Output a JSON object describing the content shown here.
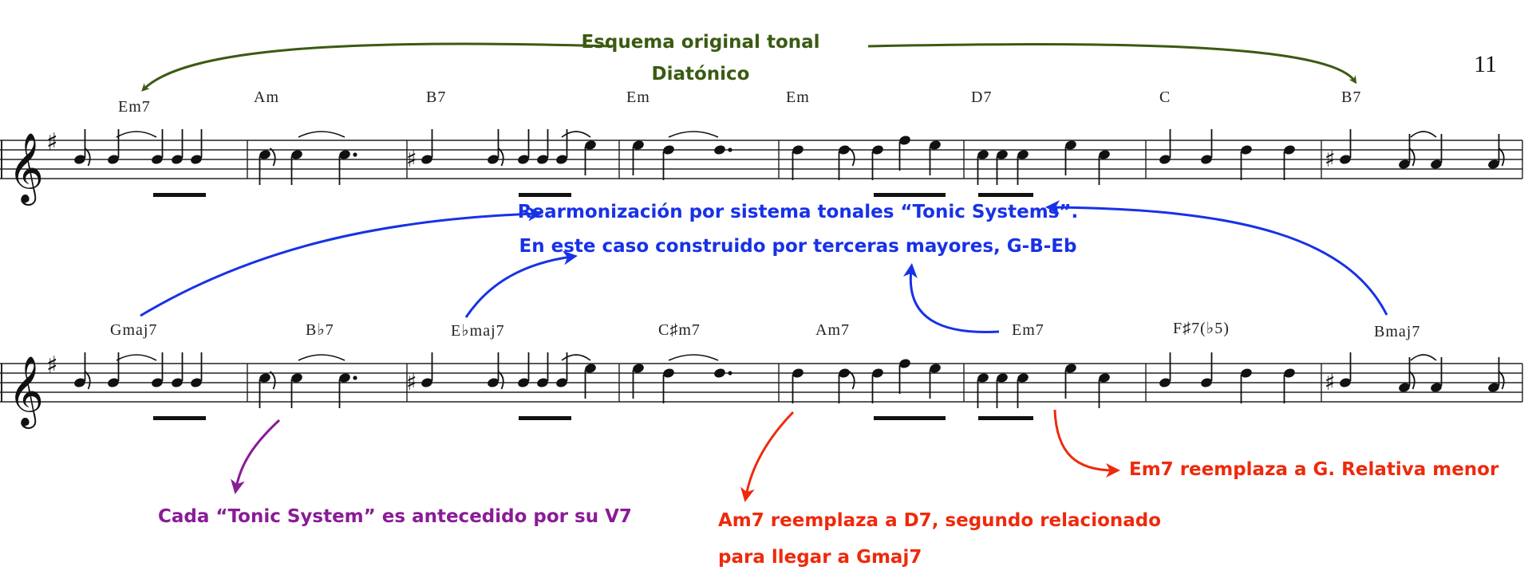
{
  "page_number": "11",
  "colors": {
    "green": "#3b5a12",
    "blue": "#1732e6",
    "purple": "#8a1b97",
    "red": "#ee2a0c",
    "ink": "#111111"
  },
  "staff1": {
    "chords": [
      "Em7",
      "Am",
      "B7",
      "Em",
      "Em",
      "D7",
      "C",
      "B7"
    ]
  },
  "staff2": {
    "chords": [
      "Gmaj7",
      "B♭7",
      "E♭maj7",
      "C♯m7",
      "Am7",
      "Em7",
      "F♯7(♭5)",
      "Bmaj7"
    ]
  },
  "annotations": {
    "original": {
      "line1": "Esquema original tonal",
      "line2": "Diatónico"
    },
    "reharm": {
      "line1": "Rearmonización por sistema tonales “Tonic Systems”.",
      "line2": "En este caso construido por terceras mayores, G-B-Eb"
    },
    "tonic_system": "Cada “Tonic System” es antecedido por su V7",
    "am7": {
      "line1": "Am7 reemplaza a D7, segundo relacionado",
      "line2": "para llegar a Gmaj7"
    },
    "em7": "Em7 reemplaza a G. Relativa menor"
  }
}
